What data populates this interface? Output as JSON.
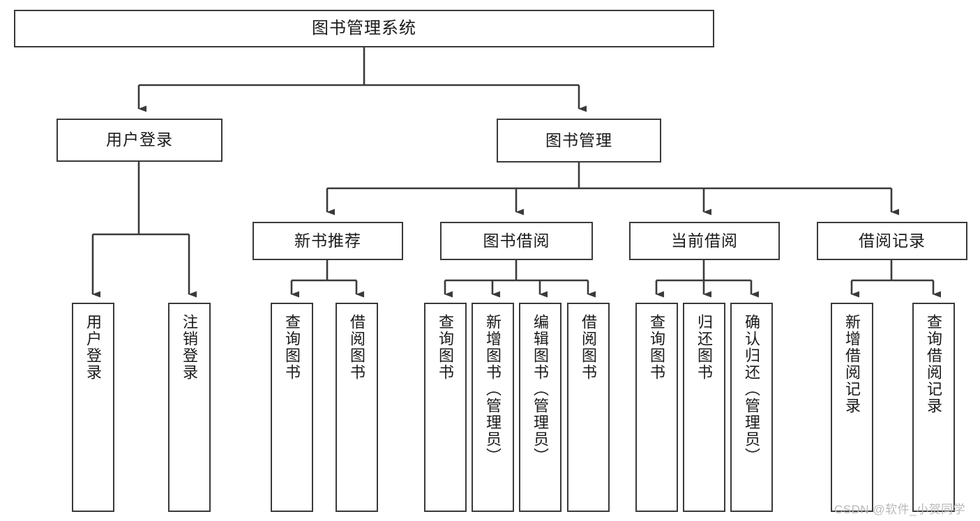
{
  "diagram": {
    "title": "图书管理系统",
    "type": "hierarchy-tree",
    "watermark": "CSDN @软件_小贺同学",
    "colors": {
      "stroke": "#3a3a3a",
      "fill": "#ffffff",
      "text": "#1a1a1a",
      "watermark": "#b9b9b9"
    },
    "nodes": {
      "root": {
        "label": "图书管理系统"
      },
      "level2": [
        {
          "label": "用户登录"
        },
        {
          "label": "图书管理"
        }
      ],
      "level3": [
        {
          "label": "新书推荐"
        },
        {
          "label": "图书借阅"
        },
        {
          "label": "当前借阅"
        },
        {
          "label": "借阅记录"
        }
      ],
      "leaves": {
        "user_login": [
          {
            "label": "用户登录"
          },
          {
            "label": "注销登录"
          }
        ],
        "new_book": [
          {
            "label": "查询图书"
          },
          {
            "label": "借阅图书"
          }
        ],
        "borrow": [
          {
            "label": "查询图书"
          },
          {
            "label": "新增图书（管理员）"
          },
          {
            "label": "编辑图书（管理员）"
          },
          {
            "label": "借阅图书"
          }
        ],
        "current": [
          {
            "label": "查询图书"
          },
          {
            "label": "归还图书"
          },
          {
            "label": "确认归还（管理员）"
          }
        ],
        "records": [
          {
            "label": "新增借阅记录"
          },
          {
            "label": "查询借阅记录"
          }
        ]
      }
    }
  }
}
